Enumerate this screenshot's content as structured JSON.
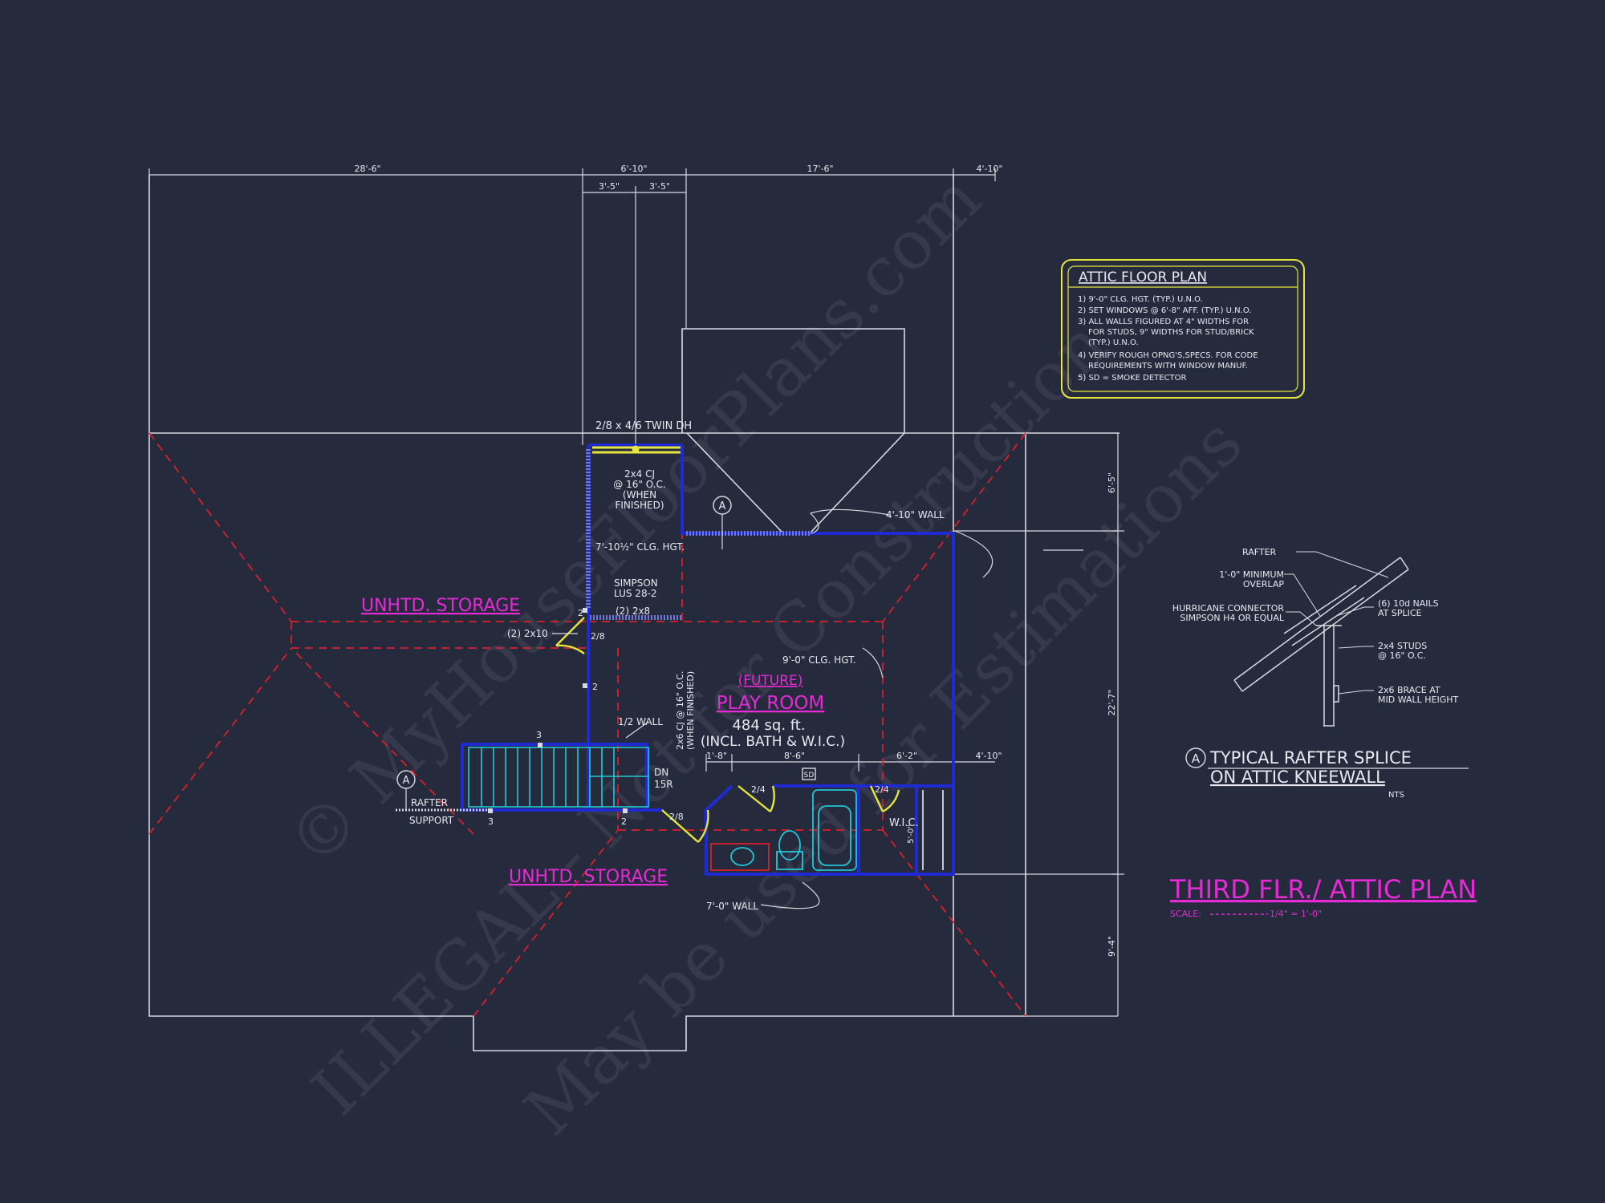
{
  "dimensions": {
    "top": [
      "28'-6\"",
      "6'-10\"",
      "3'-5\"",
      "3'-5\"",
      "17'-6\"",
      "4'-10\""
    ],
    "right": [
      "6'-5\"",
      "22'-7\"",
      "9'-4\""
    ],
    "bath_row": [
      "1'-8\"",
      "8'-6\"",
      "6'-2\"",
      "4'-10\""
    ],
    "wic_depth": "5'-0\""
  },
  "labels": {
    "twin_dh": "2/8 x 4/6 TWIN DH",
    "cj_line1": "2x4 CJ",
    "cj_line2": "@ 16\" O.C.",
    "cj_line3": "(WHEN",
    "cj_line4": "FINISHED)",
    "clg_7": "7'-10½\" CLG. HGT.",
    "simpson_1": "SIMPSON",
    "simpson_2": "LUS 28-2",
    "two_2x8": "(2) 2x8",
    "two_2x10": "(2) 2x10",
    "door_28a": "2/8",
    "door_28b": "2/8",
    "door_24a": "2/4",
    "door_24b": "2/4",
    "wall_48": "4'-10\" WALL",
    "wall_70": "7'-0\" WALL",
    "half_wall": "1/2 WALL",
    "clg_9": "9'-0\" CLG. HGT.",
    "cj_vertical_1": "2x6 CJ @ 16\" O.C.",
    "cj_vertical_2": "(WHEN FINISHED)",
    "dn": "DN",
    "risers": "15R",
    "sd": "SD",
    "wic": "W.I.C.",
    "rafter_support_1": "RAFTER",
    "rafter_support_2": "SUPPORT",
    "section_tag": "A",
    "num2": "2",
    "num3": "3"
  },
  "rooms": {
    "storage_upper": "UNHTD. STORAGE",
    "storage_lower": "UNHTD. STORAGE",
    "future": "(FUTURE)",
    "play_room": "PLAY ROOM",
    "area": "484 sq. ft.",
    "area_note": "(INCL. BATH & W.I.C.)"
  },
  "notes_box": {
    "title": "ATTIC FLOOR PLAN",
    "lines": [
      "1) 9'-0\" CLG. HGT. (TYP.) U.N.O.",
      "2) SET WINDOWS @ 6'-8\" AFF. (TYP.) U.N.O.",
      "3) ALL WALLS FIGURED AT 4\" WIDTHS FOR",
      "FOR STUDS, 9\" WIDTHS FOR STUD/BRICK",
      "(TYP.) U.N.O.",
      "4) VERIFY ROUGH OPNG'S,SPECS. FOR CODE",
      "REQUIREMENTS WITH WINDOW MANUF.",
      "5) SD = SMOKE DETECTOR"
    ]
  },
  "detail": {
    "rafter": "RAFTER",
    "overlap_1": "1'-0\" MINIMUM",
    "overlap_2": "OVERLAP",
    "hurricane_1": "HURRICANE CONNECTOR",
    "hurricane_2": "SIMPSON H4 OR EQUAL",
    "nails_1": "(6) 10d NAILS",
    "nails_2": "AT SPLICE",
    "studs_1": "2x4 STUDS",
    "studs_2": "@ 16\" O.C.",
    "brace_1": "2x6 BRACE AT",
    "brace_2": "MID WALL HEIGHT",
    "tag": "A",
    "title_1": "TYPICAL RAFTER SPLICE",
    "title_2": "ON ATTIC KNEEWALL",
    "nts": "NTS"
  },
  "sheet": {
    "title": "THIRD FLR./ ATTIC PLAN",
    "scale_label": "SCALE:",
    "scale_value": "1/4\" = 1'-0\""
  },
  "watermark": {
    "line1": "© MyHouseFloorPlans.com",
    "line2": "ILLEGAL - Not for Construction",
    "line3": "May be used for Estimations"
  },
  "colors": {
    "background": "#262a3d",
    "line": "#d9d9e0",
    "wall": "#1f2bd0",
    "ridge": "#d8202c",
    "room_text": "#e62ad6",
    "notes_border": "#e6e63c",
    "fixture": "#22c8d8"
  }
}
